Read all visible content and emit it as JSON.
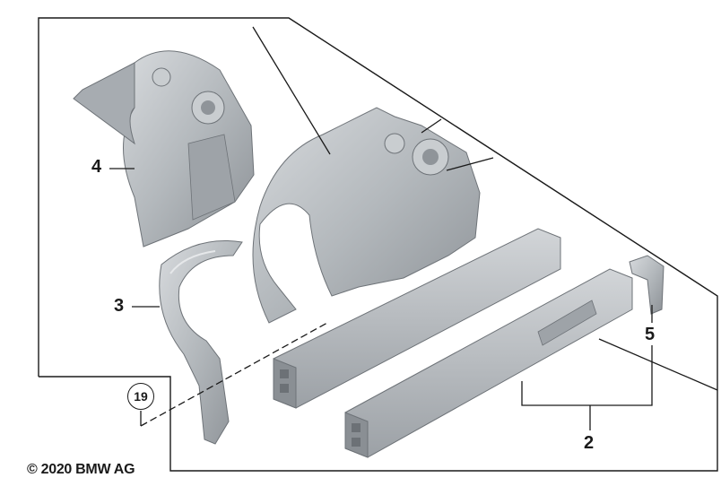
{
  "callouts": {
    "part_2": "2",
    "part_3": "3",
    "part_4": "4",
    "part_5": "5",
    "ref_19": "19"
  },
  "copyright": "© 2020 BMW AG",
  "colors": {
    "part_fill": "#b9bdc1",
    "part_dark": "#8d9297",
    "part_light": "#dcdfe1",
    "line": "#1a1a1a"
  }
}
